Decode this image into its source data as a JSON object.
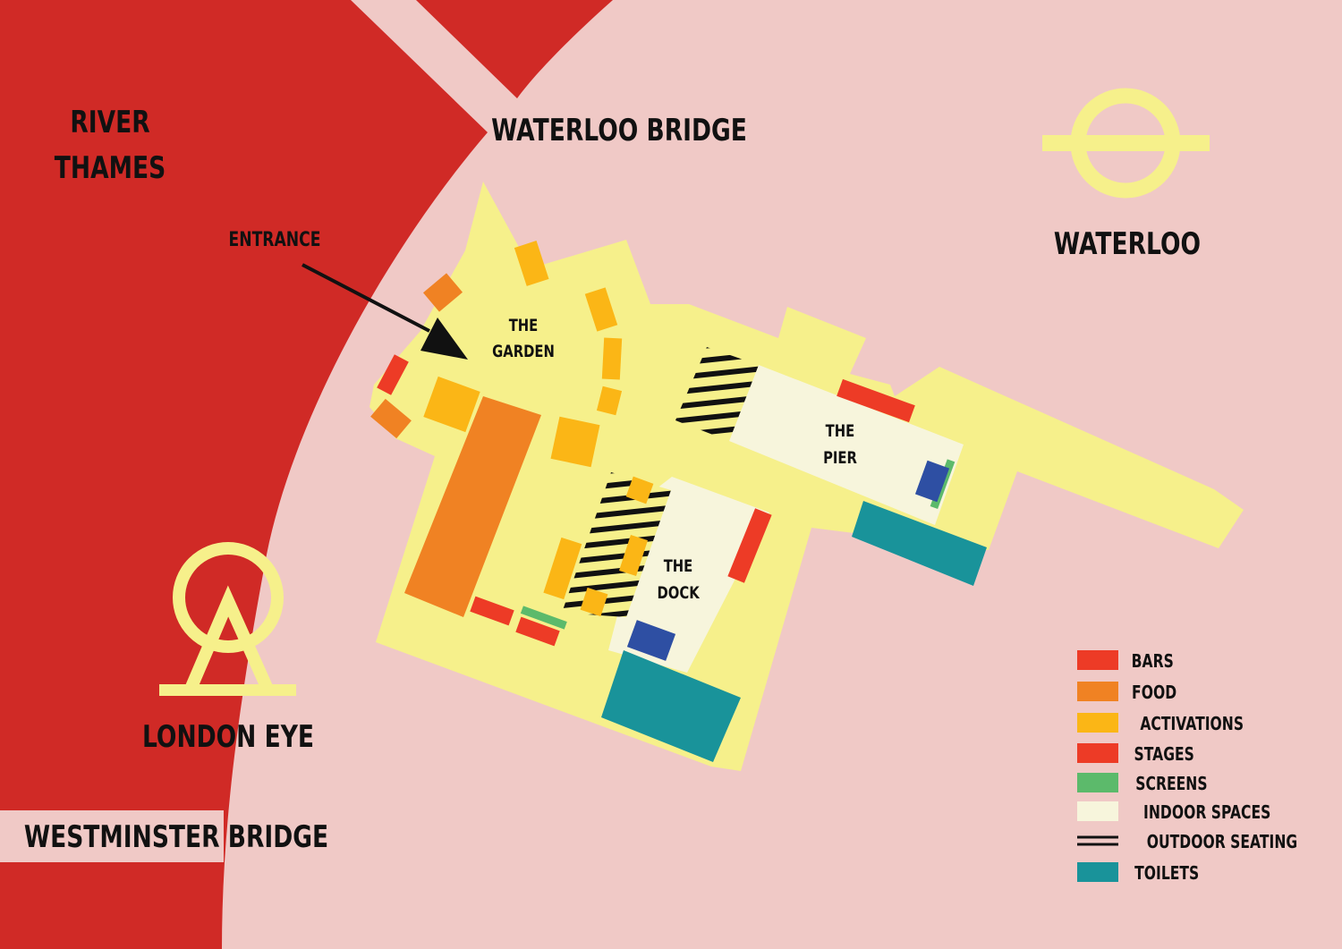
{
  "labels": {
    "river": [
      "RIVER",
      "THAMES"
    ],
    "waterloo_bridge": "WATERLOO BRIDGE",
    "waterloo": "WATERLOO",
    "entrance": "ENTRANCE",
    "garden": [
      "THE",
      "GARDEN"
    ],
    "pier": [
      "THE",
      "PIER"
    ],
    "dock": [
      "THE",
      "DOCK"
    ],
    "london_eye": "LONDON EYE",
    "westminster_bridge": "WESTMINSTER BRIDGE"
  },
  "legend": [
    {
      "label": "BARS",
      "color": "#ed3b26",
      "icon": "swatch"
    },
    {
      "label": "FOOD",
      "color": "#f08223",
      "icon": "swatch"
    },
    {
      "label": "ACTIVATIONS",
      "color": "#fbb616",
      "icon": "swatch"
    },
    {
      "label": "STAGES",
      "color": "#ed3b26",
      "icon": "swatch"
    },
    {
      "label": "SCREENS",
      "color": "#5cba6b",
      "icon": "swatch"
    },
    {
      "label": "INDOOR SPACES",
      "color": "#f7f5dc",
      "icon": "swatch"
    },
    {
      "label": "OUTDOOR SEATING",
      "color": "#111111",
      "icon": "double-line"
    },
    {
      "label": "TOILETS",
      "color": "#19939a",
      "icon": "swatch"
    }
  ],
  "colors": {
    "background": "#f0c9c6",
    "river": "#d02a26",
    "site": "#f6f08b",
    "icon": "#f6f08b",
    "screen_unit": "#2e4fa3",
    "text": "#111111"
  },
  "icons": [
    "london-underground-roundel-icon",
    "london-eye-icon",
    "entrance-arrow-icon"
  ]
}
